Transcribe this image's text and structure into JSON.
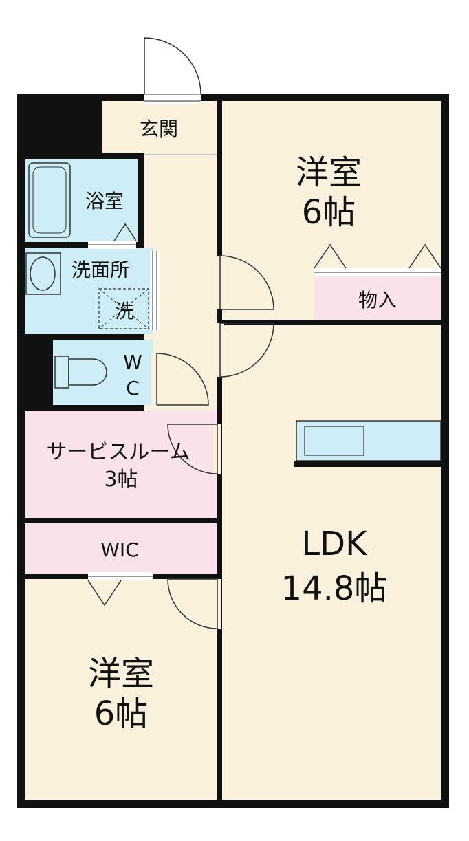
{
  "colors": {
    "floor_beige": "#f9f1dc",
    "wet_blue": "#cdeef7",
    "storage_pink": "#f9e2ea",
    "wall": "#111111",
    "fixture_blue": "#cdeef7"
  },
  "rooms": {
    "genkan": {
      "label": "玄関"
    },
    "yokushitsu": {
      "label": "浴室"
    },
    "senmenjo": {
      "label": "洗面所",
      "washer_label": "洗"
    },
    "wc": {
      "line1": "W",
      "line2": "C"
    },
    "service_room": {
      "name": "サービスルーム",
      "size": "3帖"
    },
    "wic": {
      "label": "WIC"
    },
    "yoshitsu_north": {
      "name": "洋室",
      "size": "6帖"
    },
    "monoire": {
      "label": "物入"
    },
    "ldk": {
      "name": "LDK",
      "size": "14.8帖"
    },
    "yoshitsu_south": {
      "name": "洋室",
      "size": "6帖"
    }
  }
}
